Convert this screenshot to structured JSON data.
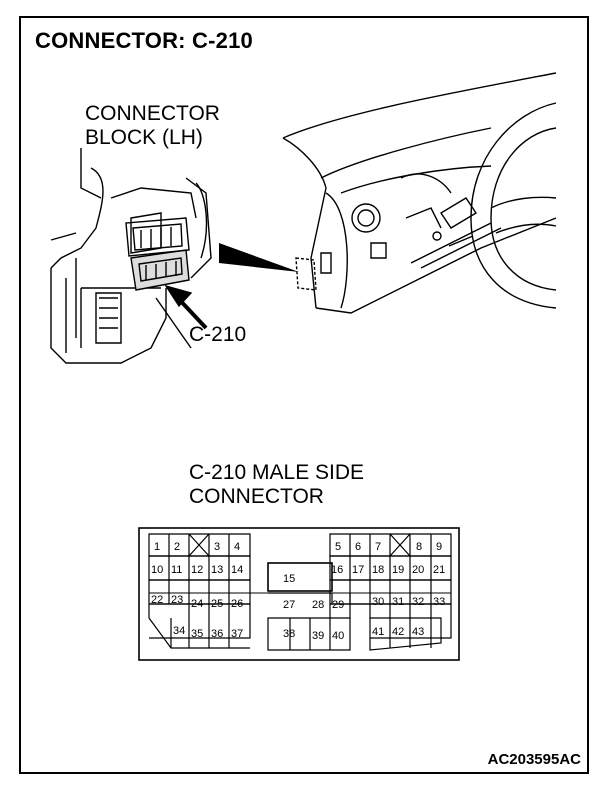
{
  "title": "CONNECTOR: C-210",
  "connector_block_label": [
    "CONNECTOR",
    "BLOCK (LH)"
  ],
  "connector_callout": "C-210",
  "male_side_label": [
    "C-210 MALE SIDE",
    "CONNECTOR"
  ],
  "figure_code": "AC203595AC",
  "pins": [
    "1",
    "2",
    "3",
    "4",
    "5",
    "6",
    "7",
    "8",
    "9",
    "10",
    "11",
    "12",
    "13",
    "14",
    "15",
    "16",
    "17",
    "18",
    "19",
    "20",
    "21",
    "22",
    "23",
    "24",
    "25",
    "26",
    "27",
    "28",
    "29",
    "30",
    "31",
    "32",
    "33",
    "34",
    "35",
    "36",
    "37",
    "38",
    "39",
    "40",
    "41",
    "42",
    "43"
  ],
  "colors": {
    "line": "#000000",
    "background": "#ffffff"
  }
}
